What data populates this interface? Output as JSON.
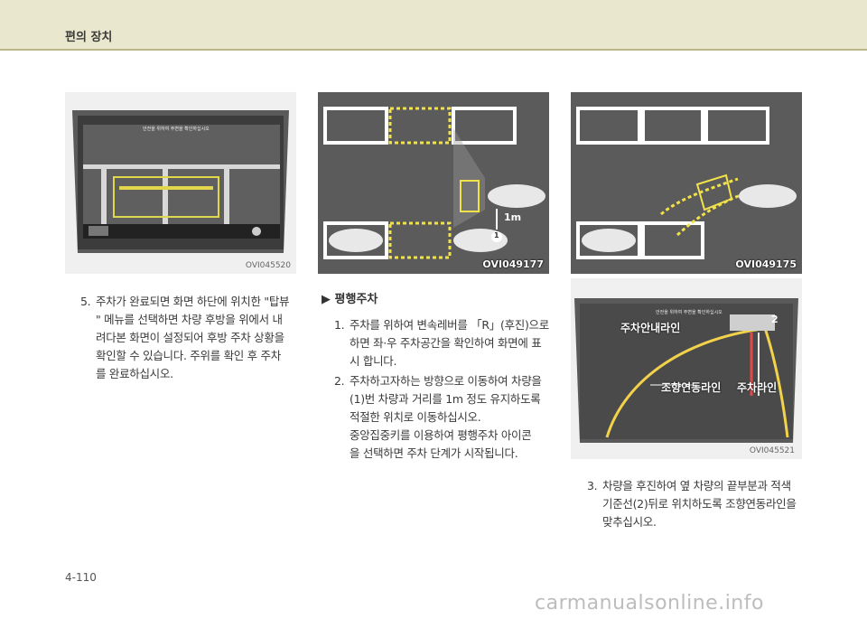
{
  "header": {
    "title": "편의 장치"
  },
  "figures": [
    {
      "code": "OVI045520",
      "screen_text": "안전을 위하여 주변을 확인하십시오",
      "button": "탐뷰"
    },
    {
      "code": "OVI049177",
      "distance_label": "1m",
      "marker": "1"
    },
    {
      "code": "OVI049175"
    },
    {
      "code": "OVI045521",
      "screen_text": "안전을 위하여 주변을 확인하십시오",
      "labels": {
        "inner_line": "주차안내라인",
        "steering_line": "조향연동라인",
        "parking_line": "주차라인",
        "marker": "2"
      }
    }
  ],
  "step5": {
    "num": "5.",
    "lines": [
      "주차가 완료되면 화면 하단에 위치한 \"탑뷰",
      "\" 메뉴를 선택하면 차량 후방을 위에서 내",
      "려다본 화면이 설정되어 후방 주차 상황을",
      "확인할 수 있습니다. 주위를 확인 후 주차",
      "를 완료하십시오."
    ]
  },
  "parallel": {
    "title": "▶ 평행주차",
    "step1": {
      "num": "1.",
      "lines": [
        "주차를 위하여 변속레버를 「R」(후진)으로",
        "하면 좌·우 주차공간을 확인하여 화면에 표",
        "시 합니다."
      ]
    },
    "step2": {
      "num": "2.",
      "lines": [
        "주차하고자하는 방향으로 이동하여 차량을",
        "(1)번 차량과 거리를 1m 정도 유지하도록",
        "적절한 위치로 이동하십시오.",
        "중앙집중키를 이용하여 평행주차 아이콘",
        "을 선택하면 주차 단계가 시작됩니다."
      ]
    }
  },
  "step3": {
    "num": "3.",
    "lines": [
      "차량을 후진하여 옆 차량의 끝부분과 적색",
      "기준선(2)뒤로 위치하도록 조향연동라인을",
      "맞추십시오."
    ]
  },
  "page_number": "4-110",
  "watermark": "carmanualsonline.info"
}
